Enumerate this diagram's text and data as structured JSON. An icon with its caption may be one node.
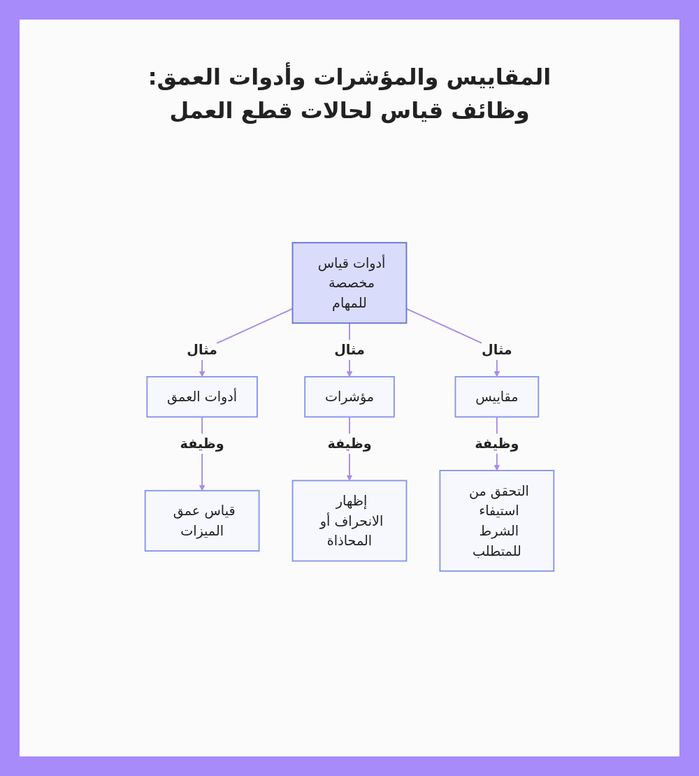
{
  "diagram": {
    "title": "المقاييس والمؤشرات وأدوات العمق: وظائف قياس لحالات قطع العمل",
    "nodes": [
      {
        "text": [
          "أدوات قياس مخصصة للمهام"
        ]
      },
      {
        "text": [
          "أدوات العمق"
        ]
      },
      {
        "text": [
          "مؤشرات"
        ]
      },
      {
        "text": [
          "مقاييس"
        ]
      },
      {
        "text": [
          "قياس عمق الميزات"
        ]
      },
      {
        "text": [
          "إظهار الانحراف أو المحاذاة"
        ]
      },
      {
        "text": [
          "التحقق من استيفاء الشرط للمتطلب"
        ]
      }
    ],
    "edges": [
      {
        "from": 0,
        "to": 1,
        "arrow": "to",
        "label": "مثال"
      },
      {
        "from": 0,
        "to": 2,
        "arrow": "to",
        "label": "مثال"
      },
      {
        "from": 0,
        "to": 3,
        "arrow": "to",
        "label": "مثال"
      },
      {
        "from": 1,
        "to": 4,
        "arrow": "to",
        "label": "وظيفة"
      },
      {
        "from": 2,
        "to": 5,
        "arrow": "to",
        "label": "وظيفة"
      },
      {
        "from": 3,
        "to": 6,
        "arrow": "to",
        "label": "وظيفة"
      }
    ]
  }
}
